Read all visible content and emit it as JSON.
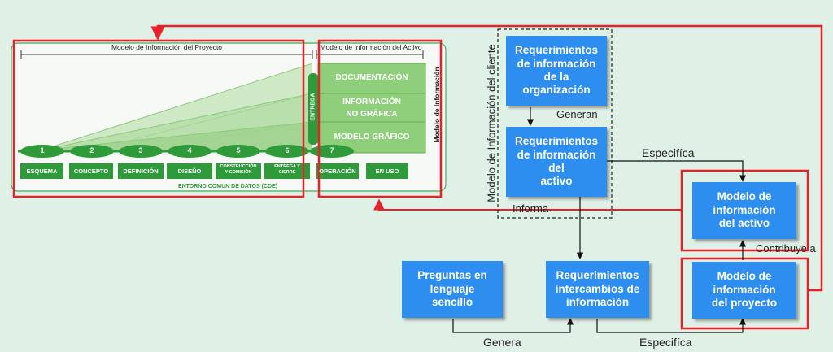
{
  "left_diagram": {
    "project_model_title": "Modelo de Información del Proyecto",
    "asset_model_title": "Modelo de Información del Activo",
    "vertical_label": "Modelo de Información",
    "entrega_label": "ENTREGA",
    "layers": [
      "DOCUMENTACIÓN",
      "INFORMACIÓN\nNO GRÁFICA",
      "MODELO GRÁFICO"
    ],
    "stage_numbers": [
      "1",
      "2",
      "3",
      "4",
      "5",
      "6",
      "7"
    ],
    "stages": [
      "ESQUEMA",
      "CONCEPTO",
      "DEFINICIÓN",
      "DISEÑO",
      "CONSTRUCCIÓN\nY COMISIÓN",
      "ENTREGA Y\nCIERRE",
      "OPERACIÓN",
      "EN USO"
    ],
    "cde_label": "ENTORNO COMUN DE DATOS (CDE)"
  },
  "client": {
    "vertical_label": "Modelo de Información del cliente",
    "org_requirements": "Requerimientos\nde información\nde la\norganización",
    "asset_requirements": "Requerimientos\nde información\ndel\nactivo",
    "generan_label": "Generan",
    "informa_label": "Informa"
  },
  "bottom": {
    "plain_questions": "Preguntas en\nlenguaje\nsencillo",
    "exchange_requirements": "Requerimientos\nintercambios de\ninformación",
    "genera_label": "Genera",
    "especifica_bottom_label": "Especifíca"
  },
  "right": {
    "asset_model": "Modelo de\ninformación\ndel activo",
    "project_model": "Modelo de\ninformación\ndel proyecto",
    "especifica_top_label": "Especifíca",
    "contribuye_label": "Contribuye a"
  },
  "colors": {
    "background": "#dff0e6",
    "blue_box": "#2e8ef0",
    "green_dark": "#2e9a3a",
    "green_layer": "#8fcf7c",
    "red_highlight": "#e8202a"
  }
}
